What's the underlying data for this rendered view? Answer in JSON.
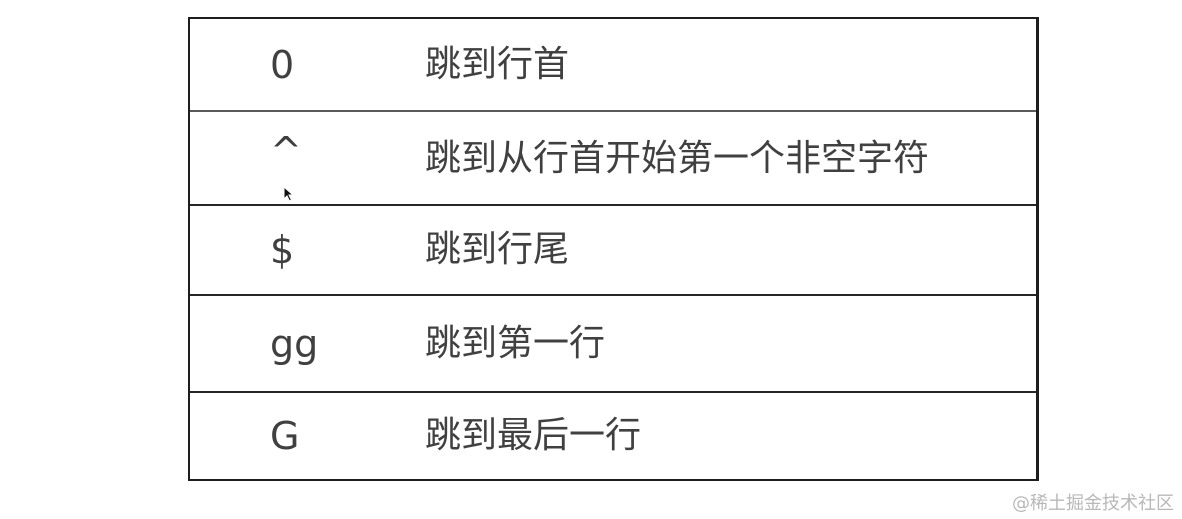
{
  "rows": [
    {
      "command": "0",
      "description": "跳到行首"
    },
    {
      "command": "^",
      "description": "跳到从行首开始第一个非空字符"
    },
    {
      "command": "$",
      "description": "跳到行尾"
    },
    {
      "command": "gg",
      "description": "跳到第一行"
    },
    {
      "command": "G",
      "description": "跳到最后一行"
    }
  ],
  "watermark": "@稀土掘金技术社区",
  "colors": {
    "border": "#1e1e1e",
    "text": "#404040",
    "watermark": "#b8b8b8"
  },
  "icons": {
    "cursor": "mouse-pointer-icon"
  }
}
